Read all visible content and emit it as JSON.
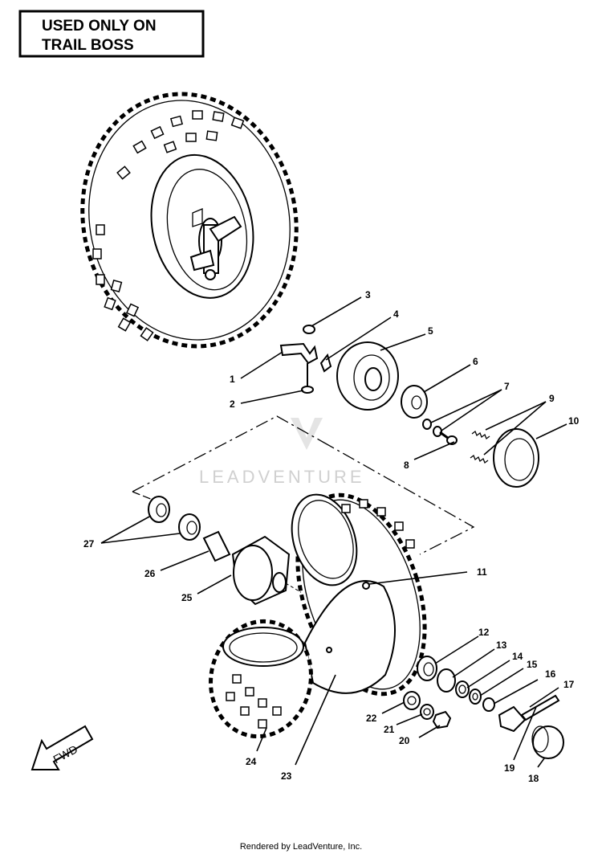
{
  "notice": {
    "line1": "USED ONLY ON",
    "line2": "TRAIL BOSS"
  },
  "watermark": "LEADVENTURE",
  "fwd_label": "FWD",
  "footer": "Rendered by LeadVenture, Inc.",
  "callouts": [
    "1",
    "2",
    "3",
    "4",
    "5",
    "6",
    "7",
    "8",
    "9",
    "10",
    "11",
    "12",
    "13",
    "14",
    "15",
    "16",
    "17",
    "18",
    "19",
    "20",
    "21",
    "22",
    "23",
    "24",
    "25",
    "26",
    "27"
  ]
}
